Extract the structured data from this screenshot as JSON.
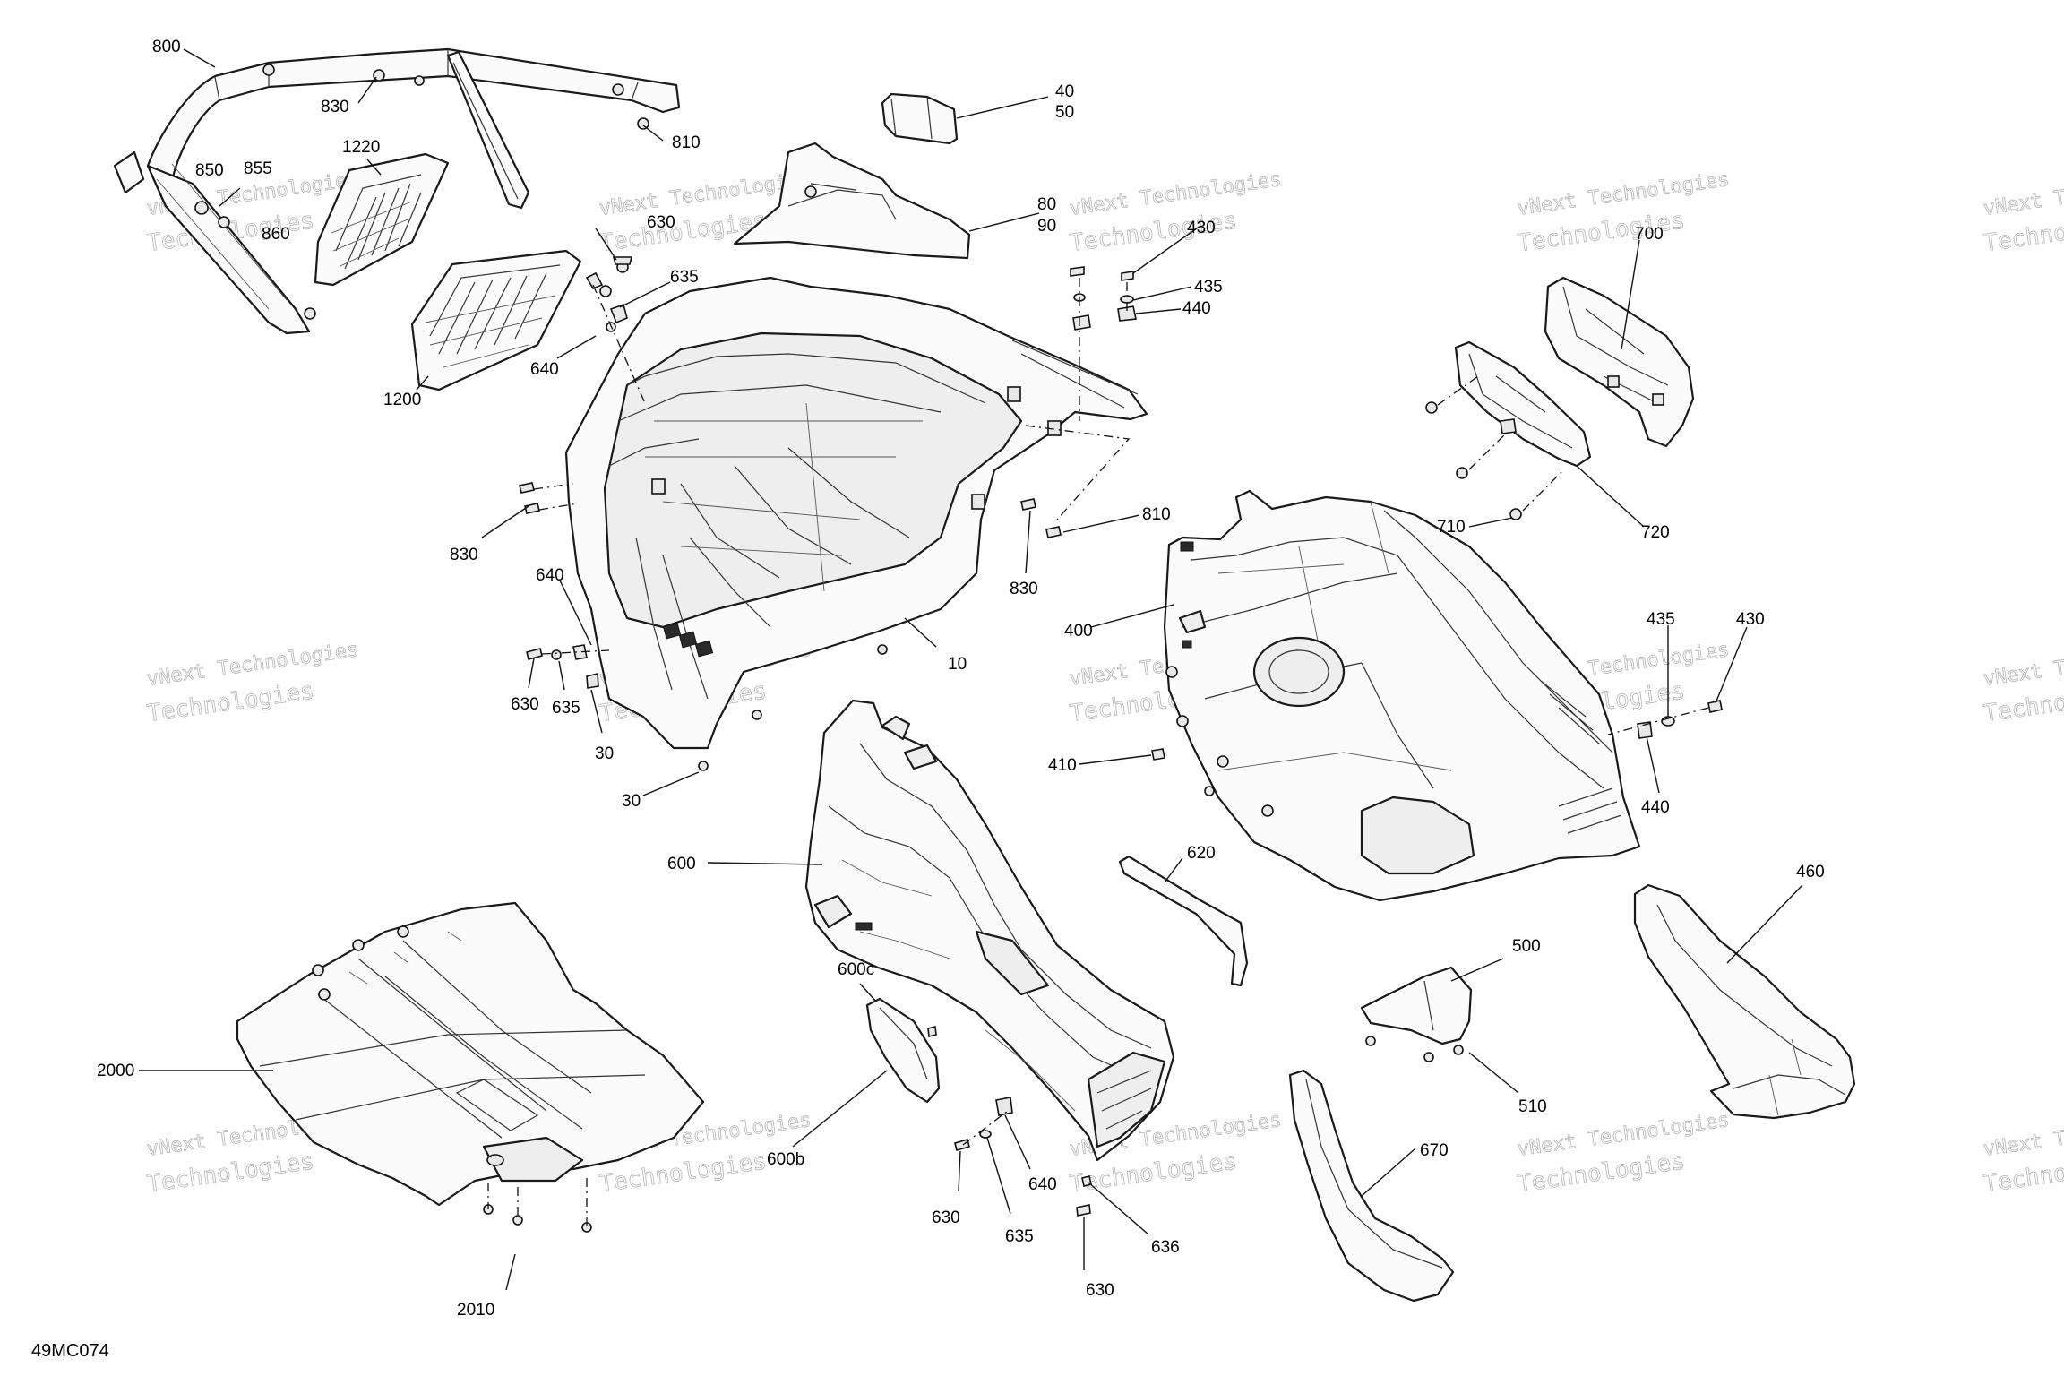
{
  "diagram": {
    "document_id": "49MC074",
    "watermark": {
      "line1": "vNext Technologies",
      "line2": "Technologies"
    },
    "callouts": {
      "c800": "800",
      "c830_top": "830",
      "c810_top": "810",
      "c850": "850",
      "c855": "855",
      "c860": "860",
      "c1220": "1220",
      "c1200": "1200",
      "c40": "40",
      "c50": "50",
      "c80": "80",
      "c90": "90",
      "c630_top": "630",
      "c635_top": "635",
      "c640_top": "640",
      "c430_top": "430",
      "c435_top": "435",
      "c440_top": "440",
      "c830_left": "830",
      "c640_left": "640",
      "c630_left": "630",
      "c635_left": "635",
      "c30_a": "30",
      "c30_b": "30",
      "c10": "10",
      "c830_mid": "830",
      "c810_mid": "810",
      "c400": "400",
      "c410": "410",
      "c700": "700",
      "c710": "710",
      "c720": "720",
      "c435_right": "435",
      "c430_right": "430",
      "c440_right": "440",
      "c600": "600",
      "c600c": "600c",
      "c600b": "600b",
      "c620": "620",
      "c630_bot": "630",
      "c635_bot": "635",
      "c640_bot": "640",
      "c636": "636",
      "c630_btm": "630",
      "c2000": "2000",
      "c2010": "2010",
      "c500": "500",
      "c510": "510",
      "c460": "460",
      "c670": "670"
    }
  }
}
